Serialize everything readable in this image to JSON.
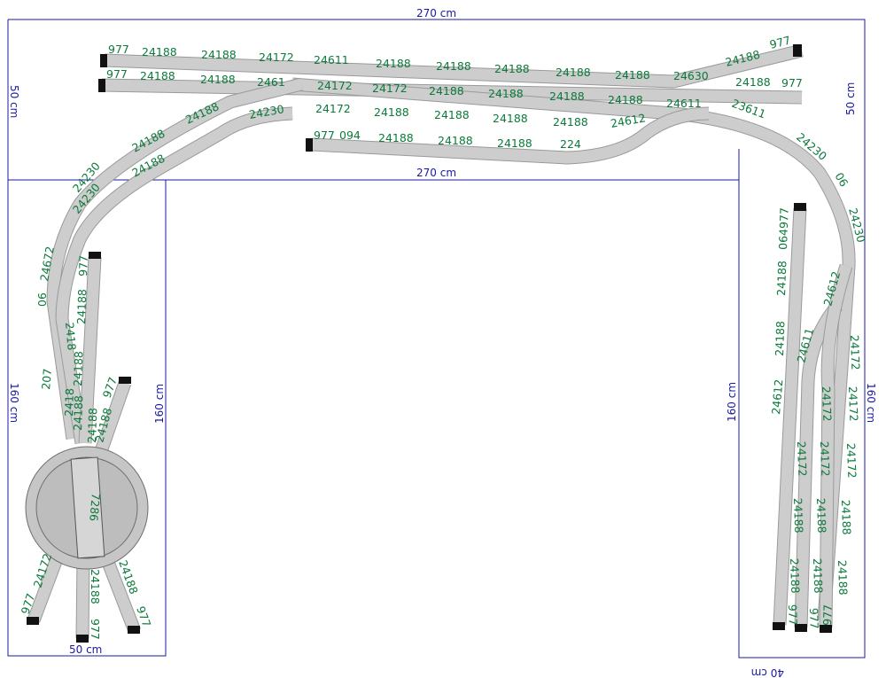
{
  "dimensions": {
    "top_width": "270 cm",
    "inner_width": "270 cm",
    "left_top_height": "50 cm",
    "right_top_height": "50 cm",
    "left_height": "160 cm",
    "left_inner_height": "160 cm",
    "right_height": "160 cm",
    "right_inner_height": "160 cm",
    "bottom_left_width": "50 cm",
    "bottom_right_width": "40 cm"
  },
  "colors": {
    "dimension": "#1a1aa0",
    "label": "#0b7a3a",
    "track": "#cfcfcf",
    "buffer": "#111111"
  },
  "labels": {
    "t1": [
      "977",
      "24188",
      "24188",
      "24172",
      "24611",
      "24188",
      "24188",
      "24188",
      "24188",
      "24188",
      "24630",
      "24188",
      "977"
    ],
    "t2": [
      "977",
      "24188",
      "24188",
      "2461",
      "24172",
      "24172",
      "24188",
      "24188",
      "24188",
      "24188",
      "24611",
      "24188",
      "977"
    ],
    "t3": [
      "24188",
      "24230",
      "24172",
      "24188",
      "24188",
      "24188",
      "24188",
      "24612",
      "23611"
    ],
    "t4": [
      "977",
      "094",
      "24188",
      "24188",
      "24188",
      "224"
    ],
    "left": [
      "24188",
      "24188",
      "24230",
      "24230",
      "24672",
      "06",
      "2418",
      "207",
      "24188",
      "977",
      "24188",
      "24188",
      "24188",
      "2418",
      "24188",
      "977"
    ],
    "turntable": [
      "7286",
      "24172",
      "977",
      "24188",
      "977",
      "24188",
      "977"
    ],
    "right": [
      "24230",
      "06",
      "24230",
      "064977",
      "24188",
      "24188",
      "24612",
      "24611",
      "24612",
      "24172",
      "24172",
      "24172",
      "24172",
      "24172",
      "24172",
      "24188",
      "24188",
      "24188",
      "24188",
      "24188",
      "24188",
      "977",
      "977",
      "977"
    ]
  }
}
